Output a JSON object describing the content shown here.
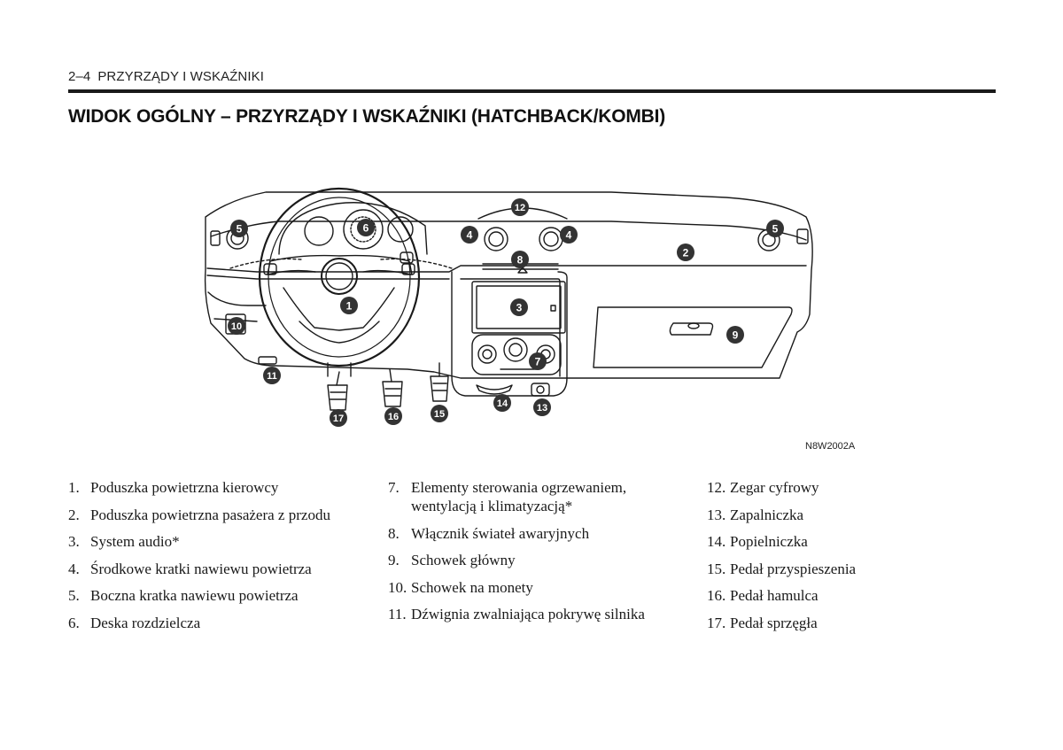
{
  "header": {
    "page_number": "2–4",
    "section": "PRZYRZĄDY I WSKAŹNIKI"
  },
  "title": "WIDOK OGÓLNY – PRZYRZĄDY I WSKAŹNIKI (HATCHBACK/KOMBI)",
  "figure": {
    "code": "N8W2002A",
    "callouts": [
      "1",
      "2",
      "3",
      "4",
      "4",
      "5",
      "5",
      "6",
      "7",
      "8",
      "9",
      "10",
      "11",
      "12",
      "13",
      "14",
      "15",
      "16",
      "17"
    ]
  },
  "legend": {
    "col1": [
      {
        "num": "1.",
        "text": "Poduszka powietrzna kierowcy"
      },
      {
        "num": "2.",
        "text": "Poduszka powietrzna pasażera z przodu"
      },
      {
        "num": "3.",
        "text": "System audio*"
      },
      {
        "num": "4.",
        "text": "Środkowe kratki nawiewu powietrza"
      },
      {
        "num": "5.",
        "text": "Boczna kratka nawiewu powietrza"
      },
      {
        "num": "6.",
        "text": "Deska rozdzielcza"
      }
    ],
    "col2": [
      {
        "num": "7.",
        "text": "Elementy sterowania ogrzewaniem, wentylacją i klimatyzacją*"
      },
      {
        "num": "8.",
        "text": "Włącznik świateł awaryjnych"
      },
      {
        "num": "9.",
        "text": "Schowek główny"
      },
      {
        "num": "10.",
        "text": "Schowek na monety"
      },
      {
        "num": "11.",
        "text": "Dźwignia zwalniająca pokrywę silnika"
      }
    ],
    "col3": [
      {
        "num": "12.",
        "text": "Zegar cyfrowy"
      },
      {
        "num": "13.",
        "text": "Zapalniczka"
      },
      {
        "num": "14.",
        "text": "Popielniczka"
      },
      {
        "num": "15.",
        "text": "Pedał przyspieszenia"
      },
      {
        "num": "16.",
        "text": "Pedał hamulca"
      },
      {
        "num": "17.",
        "text": "Pedał sprzęgła"
      }
    ]
  }
}
